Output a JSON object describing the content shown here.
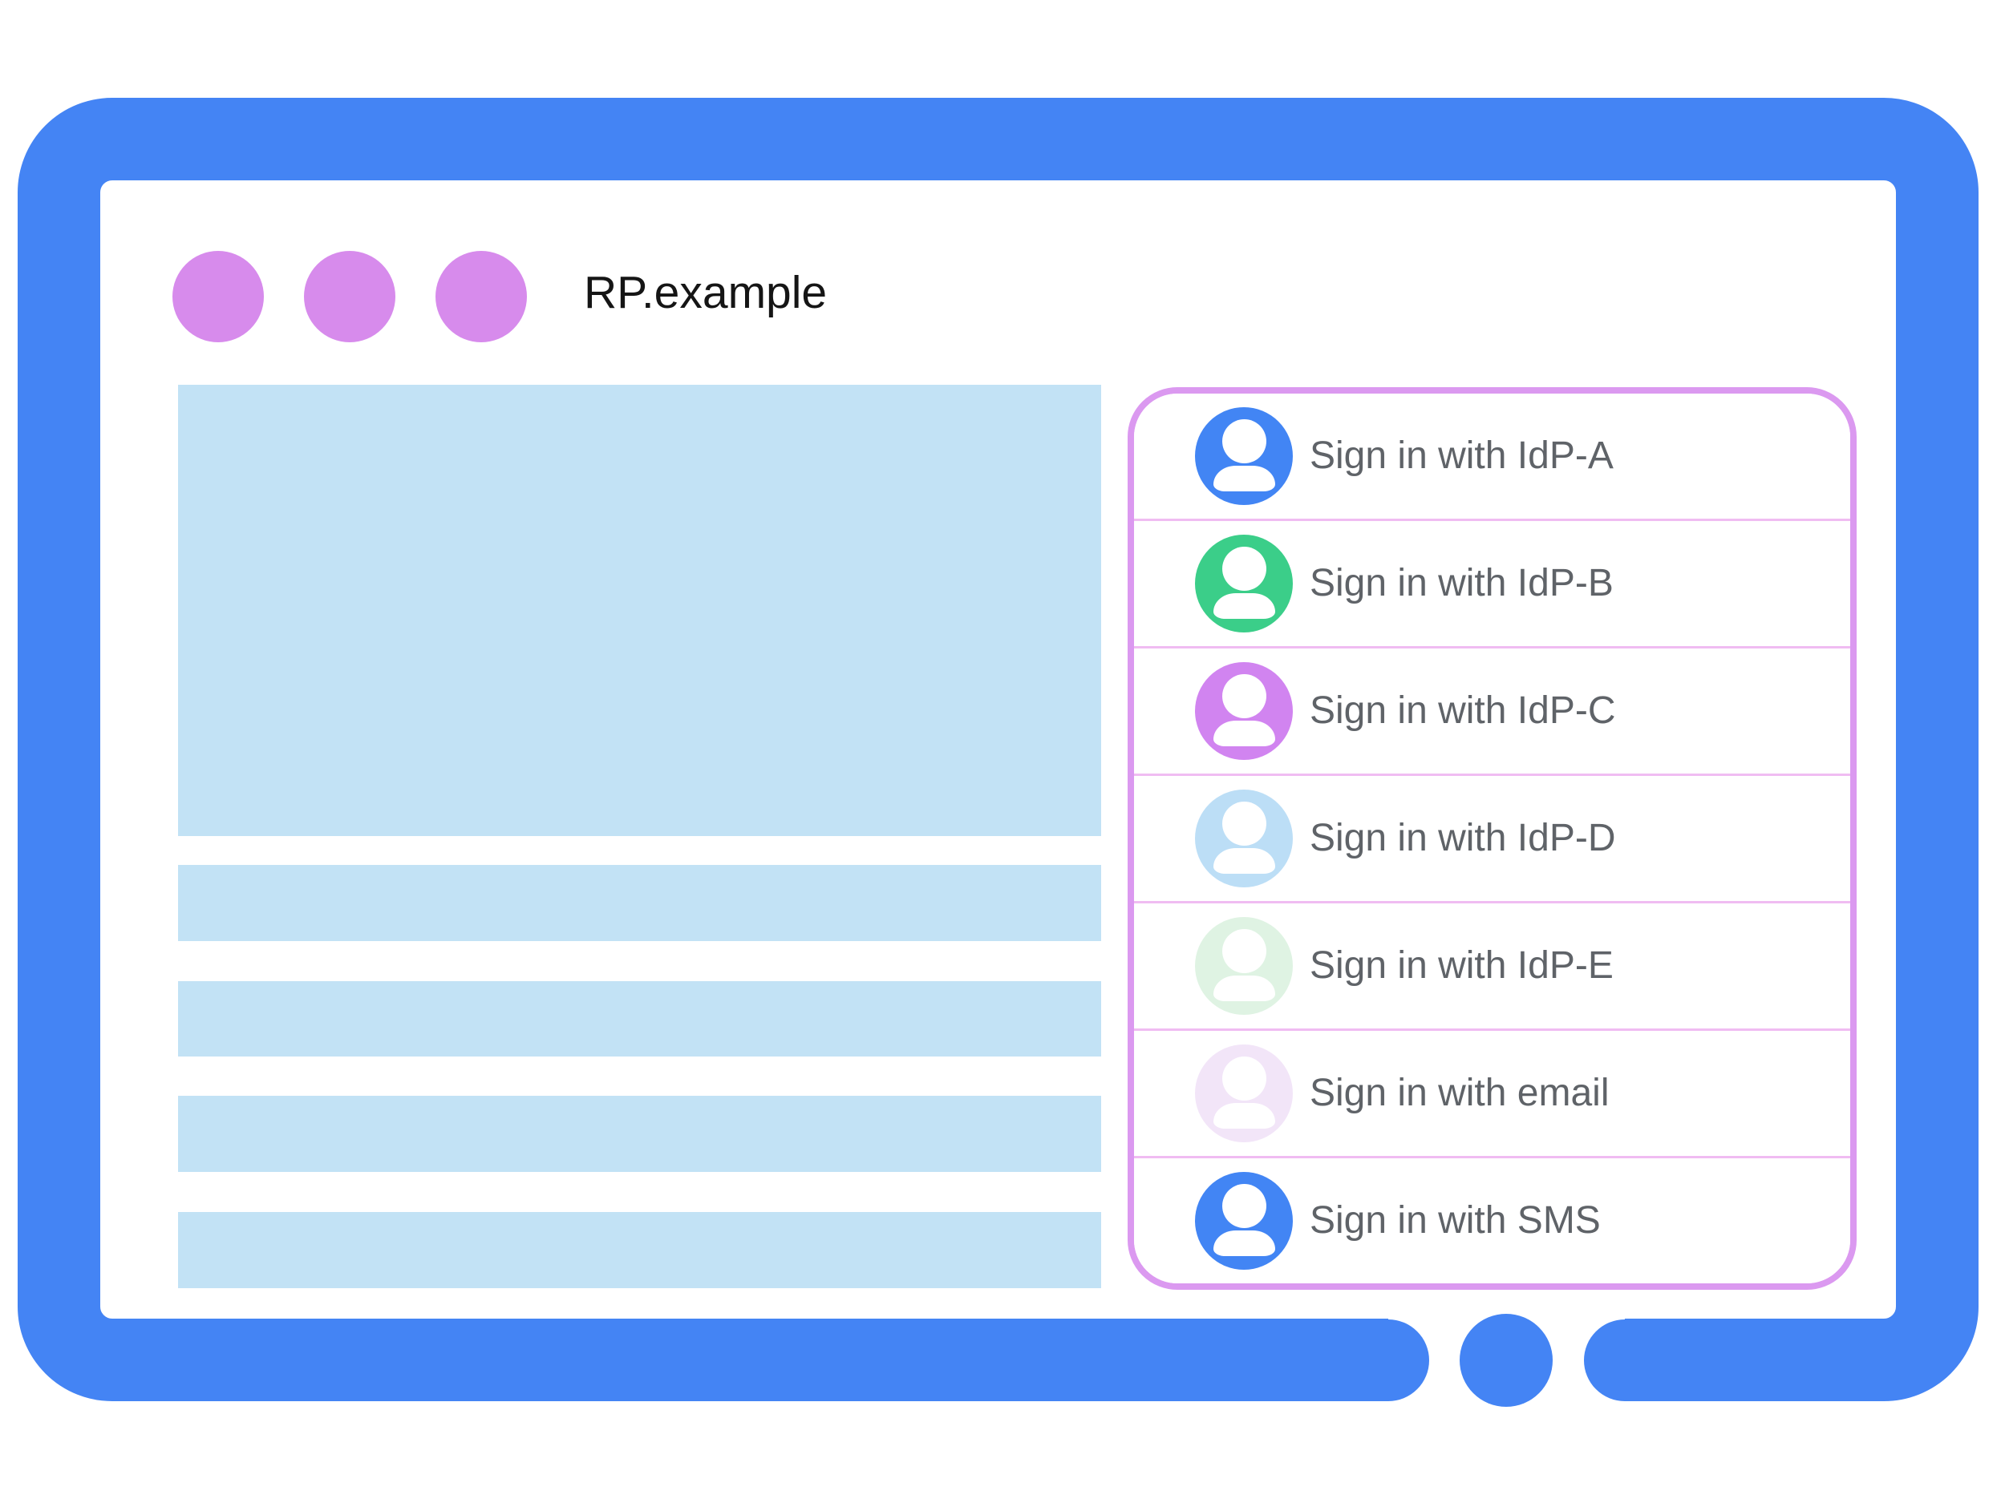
{
  "page": {
    "site_title": "RP.example"
  },
  "signin_panel": {
    "rows": [
      {
        "label": "Sign in with IdP-A",
        "avatar_icon": "person-icon",
        "avatar_color": "#4285F4"
      },
      {
        "label": "Sign in with IdP-B",
        "avatar_icon": "person-icon",
        "avatar_color": "#3BCE89"
      },
      {
        "label": "Sign in with IdP-C",
        "avatar_icon": "person-icon",
        "avatar_color": "#D184F0"
      },
      {
        "label": "Sign in with IdP-D",
        "avatar_icon": "person-icon",
        "avatar_color": "#BCDEF6"
      },
      {
        "label": "Sign in with IdP-E",
        "avatar_icon": "person-icon",
        "avatar_color": "#DFF3E3"
      },
      {
        "label": "Sign in with email",
        "avatar_icon": "person-icon",
        "avatar_color": "#F2E5F8"
      },
      {
        "label": "Sign in with SMS",
        "avatar_icon": "person-icon",
        "avatar_color": "#4285F4"
      }
    ],
    "border_color": "#DB99F0",
    "divider_color": "#F0BCF2",
    "label_color": "#5F6368"
  },
  "colors": {
    "frame_blue": "#4484F4",
    "window_dot_purple": "#D78BEC",
    "content_placeholder_blue": "#C2E2F5",
    "title_text": "#151515"
  }
}
